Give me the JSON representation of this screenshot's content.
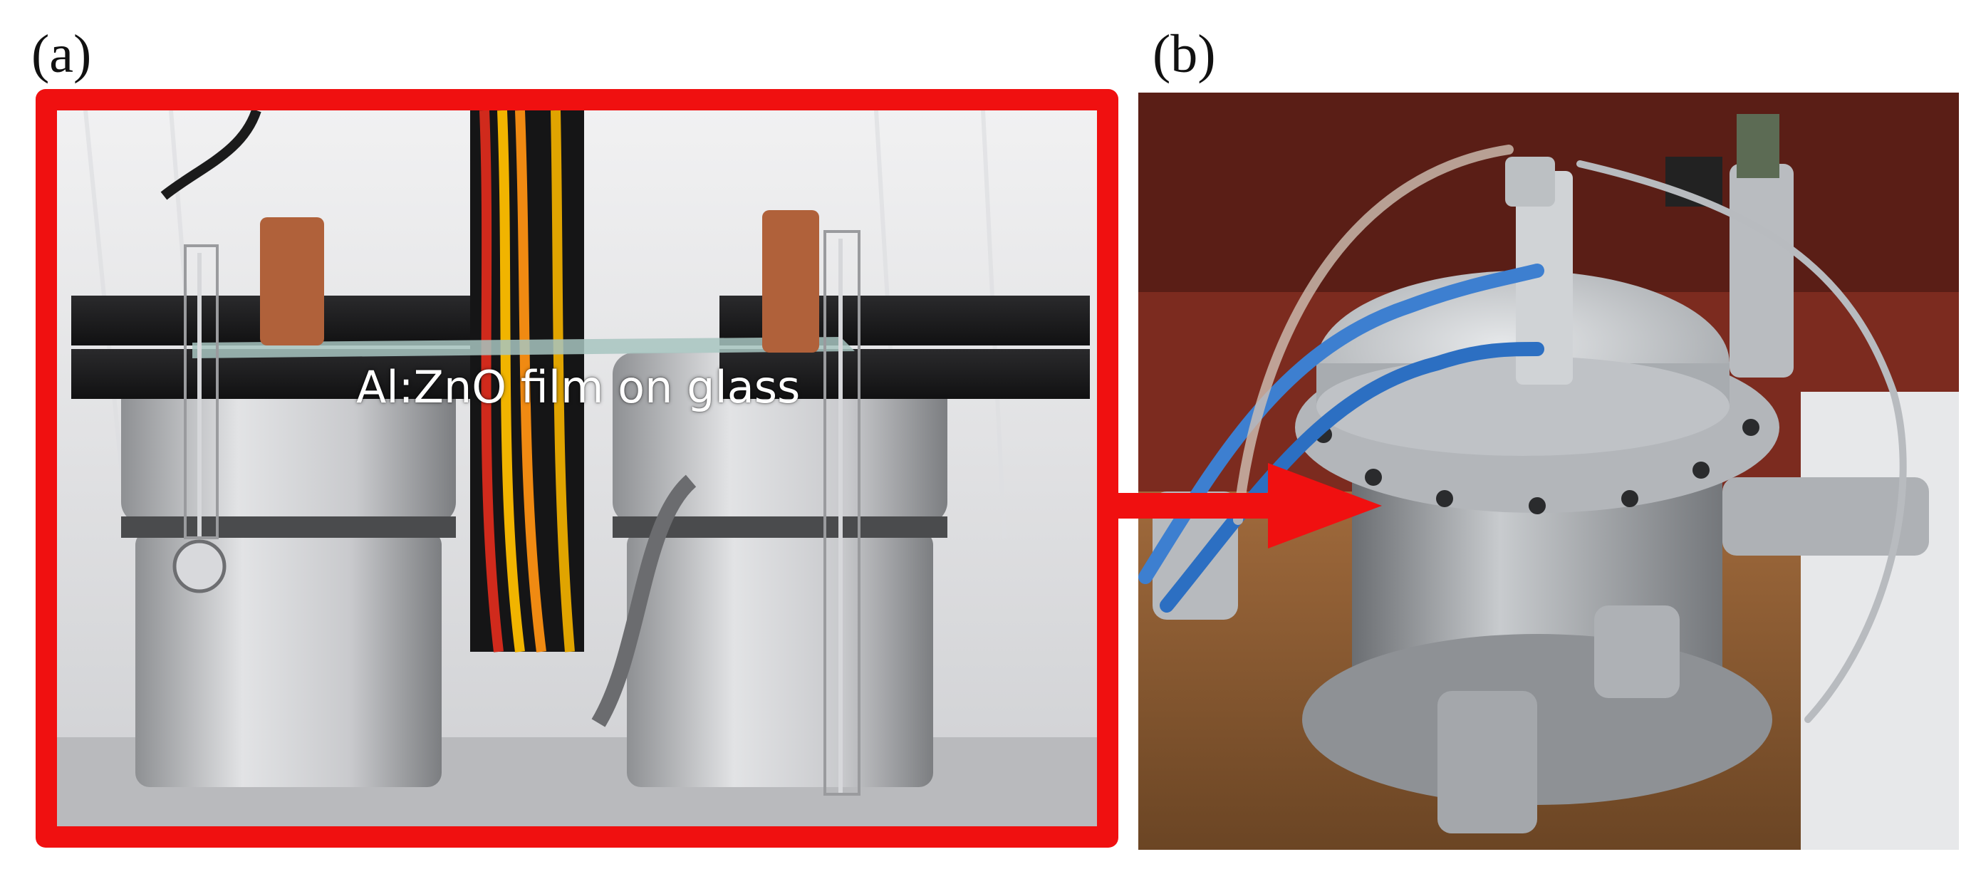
{
  "panels": {
    "a": {
      "label": "(a)",
      "annotation": "Al:ZnO film on glass"
    },
    "b": {
      "label": "(b)"
    }
  },
  "colors": {
    "frame_red": "#f01010",
    "arrow_red": "#f01010",
    "annotation_text": "#ffffff"
  },
  "icons": {
    "connector": "arrow-right-icon"
  }
}
